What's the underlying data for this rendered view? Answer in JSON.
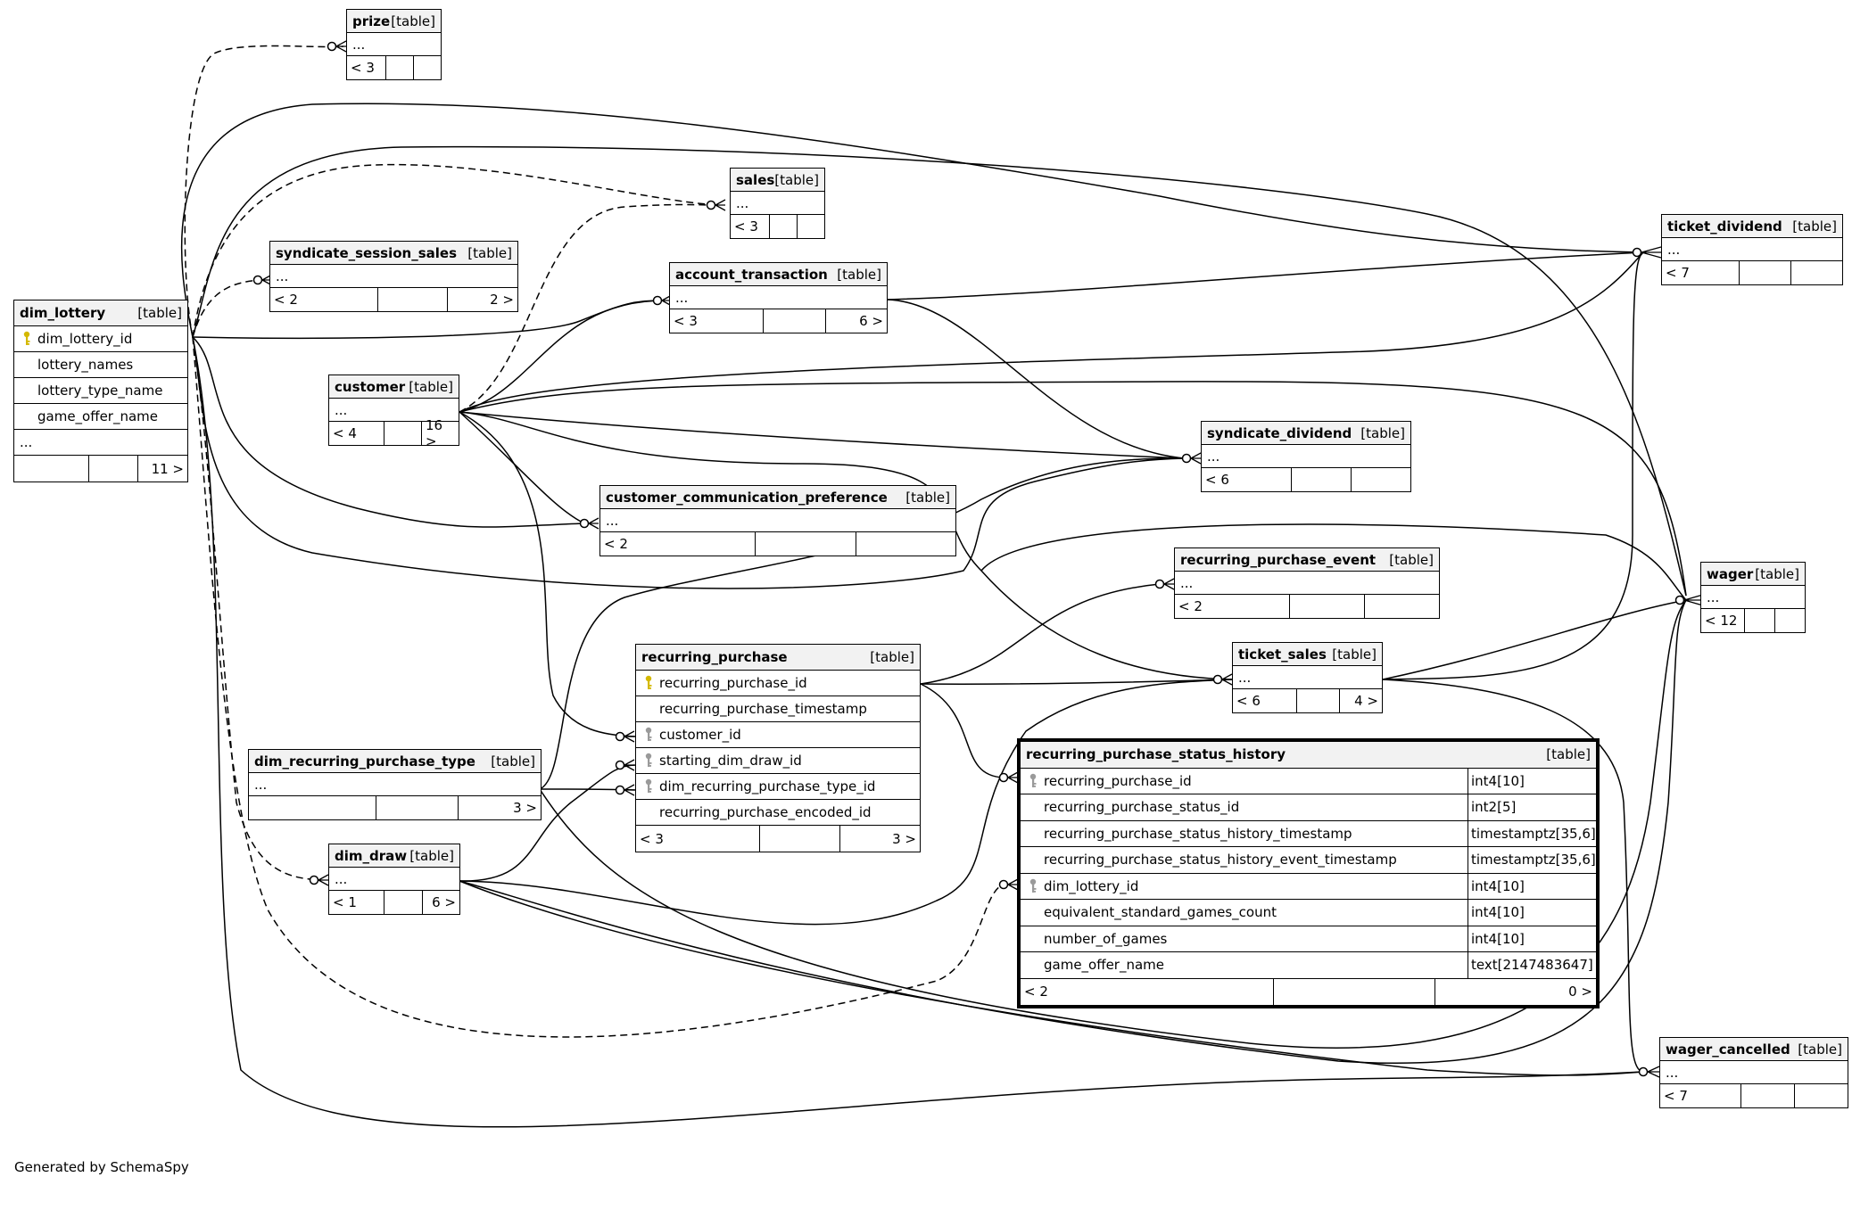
{
  "footer": "Generated by SchemaSpy",
  "colors": {
    "primary_key_icon": "#d4b800",
    "foreign_key_icon": "#9a9a9a",
    "header_bg": "#f2f2f2"
  },
  "tables": {
    "prize": {
      "name": "prize",
      "kind": "[table]",
      "rows": [
        "..."
      ],
      "parents": "< 3",
      "children": ""
    },
    "sales": {
      "name": "sales",
      "kind": "[table]",
      "rows": [
        "..."
      ],
      "parents": "< 3",
      "children": ""
    },
    "ticket_dividend": {
      "name": "ticket_dividend",
      "kind": "[table]",
      "rows": [
        "..."
      ],
      "parents": "< 7",
      "children": ""
    },
    "syndicate_session_sales": {
      "name": "syndicate_session_sales",
      "kind": "[table]",
      "rows": [
        "..."
      ],
      "parents": "< 2",
      "children": "2 >"
    },
    "account_transaction": {
      "name": "account_transaction",
      "kind": "[table]",
      "rows": [
        "..."
      ],
      "parents": "< 3",
      "children": "6 >"
    },
    "dim_lottery": {
      "name": "dim_lottery",
      "kind": "[table]",
      "rows": [
        "dim_lottery_id",
        "lottery_names",
        "lottery_type_name",
        "game_offer_name",
        "..."
      ],
      "parents": "",
      "children": "11 >"
    },
    "customer": {
      "name": "customer",
      "kind": "[table]",
      "rows": [
        "..."
      ],
      "parents": "< 4",
      "children": "16 >"
    },
    "syndicate_dividend": {
      "name": "syndicate_dividend",
      "kind": "[table]",
      "rows": [
        "..."
      ],
      "parents": "< 6",
      "children": ""
    },
    "customer_communication_preference": {
      "name": "customer_communication_preference",
      "kind": "[table]",
      "rows": [
        "..."
      ],
      "parents": "< 2",
      "children": ""
    },
    "recurring_purchase_event": {
      "name": "recurring_purchase_event",
      "kind": "[table]",
      "rows": [
        "..."
      ],
      "parents": "< 2",
      "children": ""
    },
    "wager": {
      "name": "wager",
      "kind": "[table]",
      "rows": [
        "..."
      ],
      "parents": "< 12",
      "children": ""
    },
    "recurring_purchase": {
      "name": "recurring_purchase",
      "kind": "[table]",
      "rows": [
        "recurring_purchase_id",
        "recurring_purchase_timestamp",
        "customer_id",
        "starting_dim_draw_id",
        "dim_recurring_purchase_type_id",
        "recurring_purchase_encoded_id"
      ],
      "parents": "< 3",
      "children": "3 >"
    },
    "ticket_sales": {
      "name": "ticket_sales",
      "kind": "[table]",
      "rows": [
        "..."
      ],
      "parents": "< 6",
      "children": "4 >"
    },
    "dim_recurring_purchase_type": {
      "name": "dim_recurring_purchase_type",
      "kind": "[table]",
      "rows": [
        "..."
      ],
      "parents": "",
      "children": "3 >"
    },
    "dim_draw": {
      "name": "dim_draw",
      "kind": "[table]",
      "rows": [
        "..."
      ],
      "parents": "< 1",
      "children": "6 >"
    },
    "recurring_purchase_status_history": {
      "name": "recurring_purchase_status_history",
      "kind": "[table]",
      "rows": [
        "recurring_purchase_id",
        "recurring_purchase_status_id",
        "recurring_purchase_status_history_timestamp",
        "recurring_purchase_status_history_event_timestamp",
        "dim_lottery_id",
        "equivalent_standard_games_count",
        "number_of_games",
        "game_offer_name"
      ],
      "types": [
        "int4[10]",
        "int2[5]",
        "timestamptz[35,6]",
        "timestamptz[35,6]",
        "int4[10]",
        "int4[10]",
        "int4[10]",
        "text[2147483647]"
      ],
      "parents": "< 2",
      "children": "0 >"
    },
    "wager_cancelled": {
      "name": "wager_cancelled",
      "kind": "[table]",
      "rows": [
        "..."
      ],
      "parents": "< 7",
      "children": ""
    }
  }
}
